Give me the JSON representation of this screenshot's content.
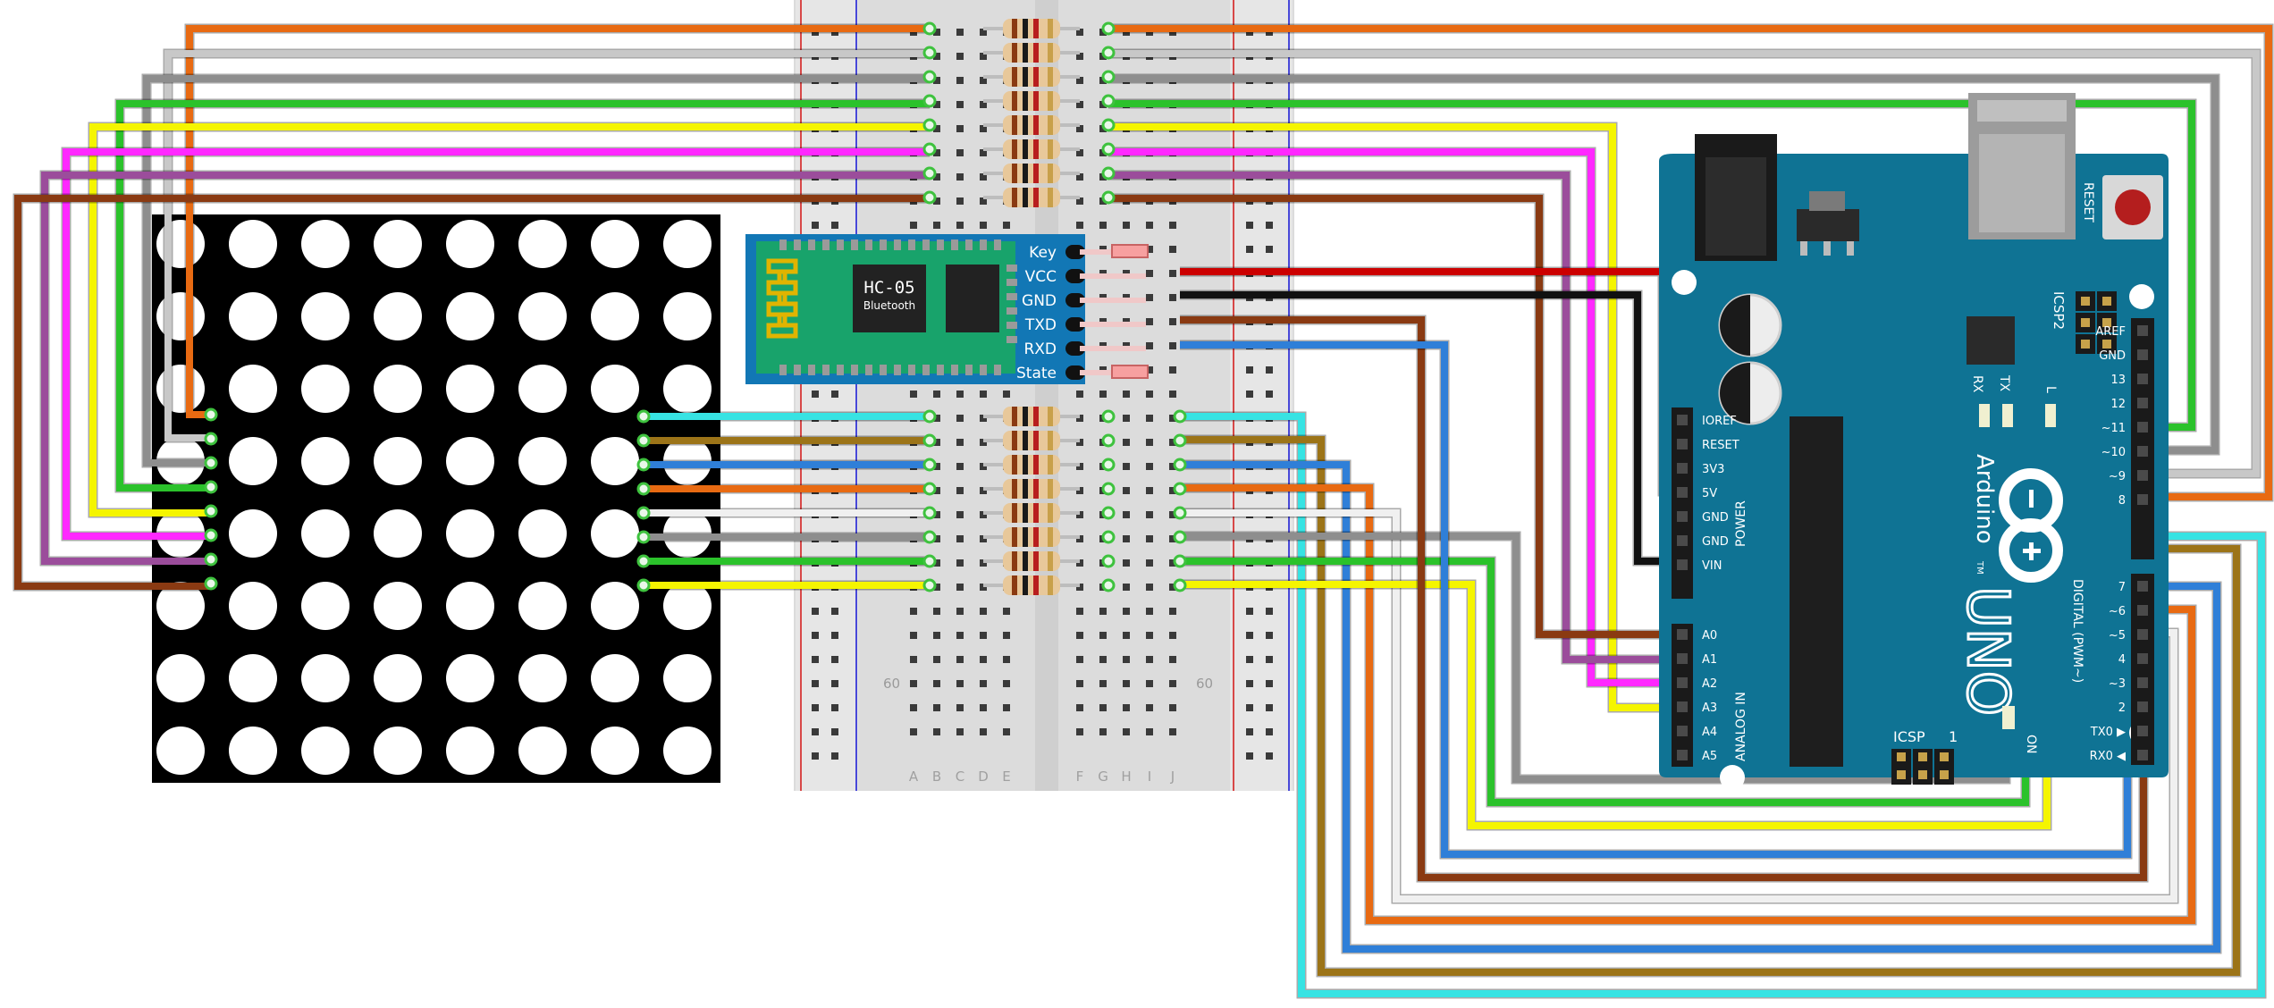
{
  "breadboard": {
    "columns": [
      "A",
      "B",
      "C",
      "D",
      "E",
      "F",
      "G",
      "H",
      "I",
      "J"
    ],
    "row_label": "60"
  },
  "hc05": {
    "name": "HC-05",
    "subtitle": "Bluetooth",
    "pins": [
      "Key",
      "VCC",
      "GND",
      "TXD",
      "RXD",
      "State"
    ]
  },
  "arduino": {
    "logo_text": "Arduino",
    "tm": "TM",
    "model": "UNO",
    "reset_label": "RESET",
    "icsp2_label": "ICSP2",
    "icsp_label": "ICSP",
    "icsp_pin1": "1",
    "on_label": "ON",
    "leds": [
      "RX",
      "TX",
      "L"
    ],
    "power_header": [
      "IOREF",
      "RESET",
      "3V3",
      "5V",
      "GND",
      "GND",
      "VIN"
    ],
    "power_label": "POWER",
    "analog_header": [
      "A0",
      "A1",
      "A2",
      "A3",
      "A4",
      "A5"
    ],
    "analog_label": "ANALOG IN",
    "digital_label": "DIGITAL (PWM~)",
    "digital_top": [
      "AREF",
      "GND",
      "13",
      "12",
      "~11",
      "~10",
      "~9",
      "8"
    ],
    "digital_bottom": [
      "7",
      "~6",
      "~5",
      "4",
      "~3",
      "2",
      "TX0 ▶",
      "RX0 ◀"
    ]
  },
  "colors": {
    "orange": "#e86a12",
    "gray_light": "#c8c8c8",
    "gray": "#8e8e8e",
    "green": "#2bc22b",
    "yellow": "#f5f500",
    "magenta": "#ff28ff",
    "purple": "#9b4d9b",
    "brown": "#8a3a12",
    "cyan": "#37e3e3",
    "olive": "#9c7418",
    "blue": "#2f7fd8",
    "white_wire": "#f0f0f0",
    "red": "#cc0000",
    "black": "#111111",
    "arduino_board": "#0f7394",
    "hc05_board": "#18a36b"
  }
}
